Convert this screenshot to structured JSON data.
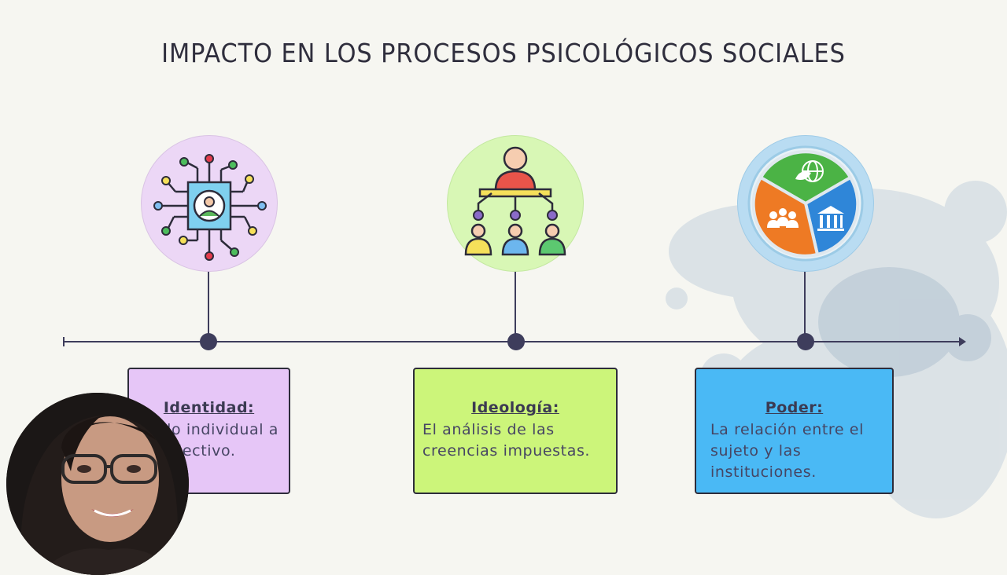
{
  "slide": {
    "title": "IMPACTO EN LOS PROCESOS PSICOLÓGICOS SOCIALES"
  },
  "cards": [
    {
      "heading": "Identidad:",
      "body": "De lo individual a lo colectivo.",
      "color": "#e6c6f7",
      "icon": "network-person-icon",
      "icon_bg": "#ecd7f6"
    },
    {
      "heading": "Ideología:",
      "body": "El análisis de las creencias impuestas.",
      "color": "#ccf57a",
      "icon": "hierarchy-people-icon",
      "icon_bg": "#d8f7b5"
    },
    {
      "heading": "Poder:",
      "body": "La relación entre el sujeto y las instituciones.",
      "color": "#4ab9f5",
      "icon": "society-institutions-icon",
      "icon_bg": "#b9dcf2"
    }
  ],
  "colors": {
    "background": "#f6f6f1",
    "timeline": "#3e3d5c"
  },
  "presenter": {
    "icon": "presenter-avatar-icon"
  }
}
